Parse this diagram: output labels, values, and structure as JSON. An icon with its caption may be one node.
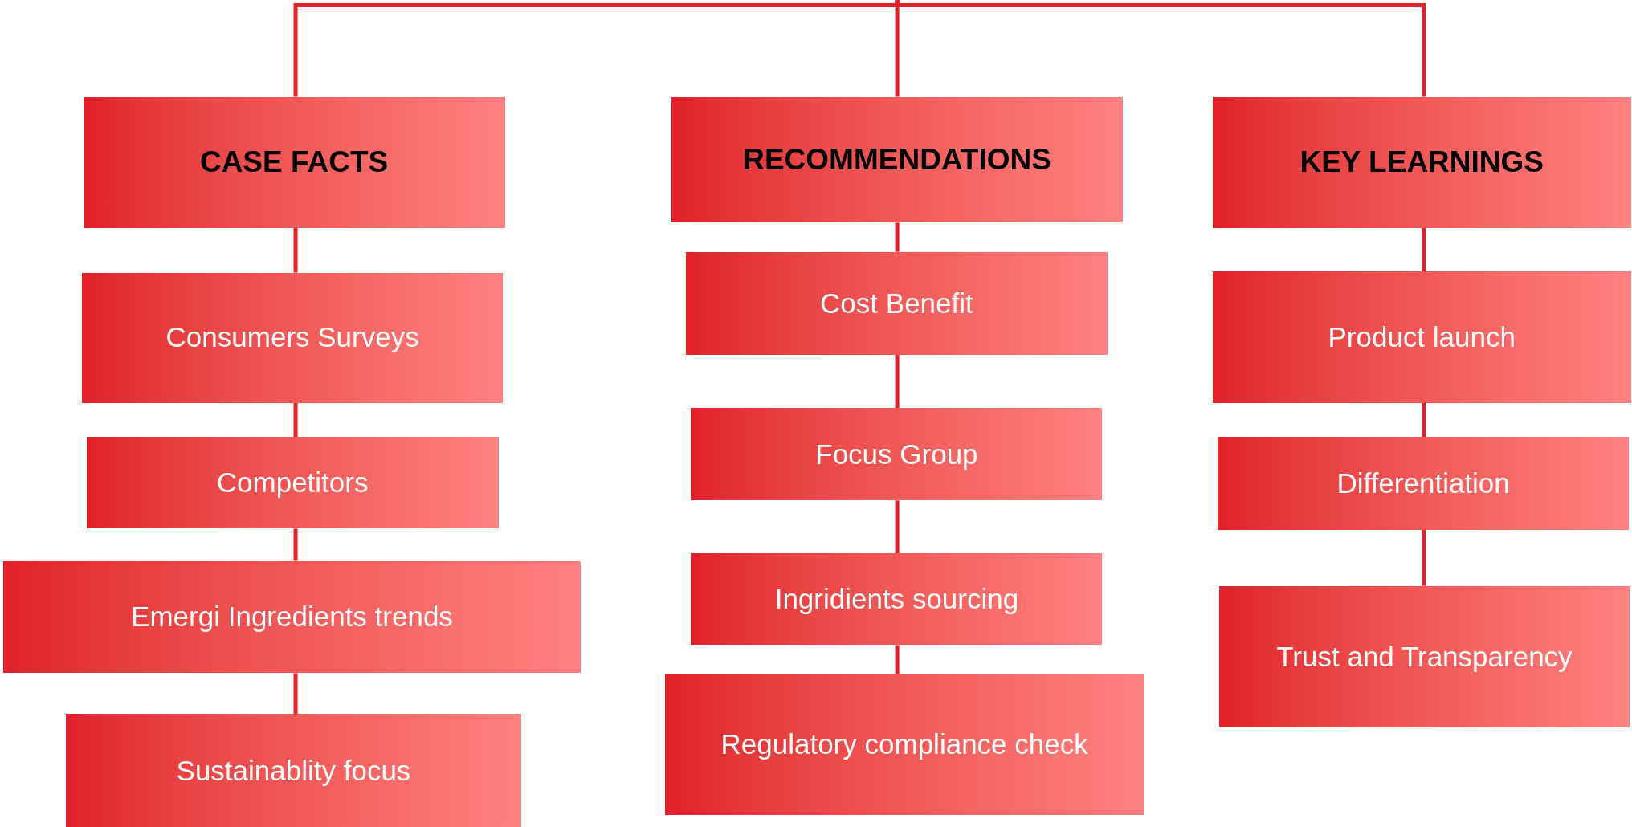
{
  "diagram": {
    "nodes": [
      {
        "text": [
          "CASE FACTS"
        ]
      },
      {
        "text": [
          "Consumers Surveys"
        ]
      },
      {
        "text": [
          "Competitors"
        ]
      },
      {
        "text": [
          "Emergi Ingredients trends"
        ]
      },
      {
        "text": [
          "Sustainablity focus"
        ]
      },
      {
        "text": [
          "RECOMMENDATIONS"
        ]
      },
      {
        "text": [
          "Cost Benefit"
        ]
      },
      {
        "text": [
          "Focus Group"
        ]
      },
      {
        "text": [
          "Ingridients sourcing"
        ]
      },
      {
        "text": [
          "Regulatory compliance check"
        ]
      },
      {
        "text": [
          "KEY LEARNINGS"
        ]
      },
      {
        "text": [
          "Product launch"
        ]
      },
      {
        "text": [
          "Differentiation"
        ]
      },
      {
        "text": [
          "Trust and Transparency"
        ]
      }
    ],
    "edges": [
      {
        "from": null,
        "to": 0,
        "arrow": "none"
      },
      {
        "from": null,
        "to": 5,
        "arrow": "none"
      },
      {
        "from": null,
        "to": 10,
        "arrow": "none"
      },
      {
        "from": 0,
        "to": 1,
        "arrow": "none"
      },
      {
        "from": 1,
        "to": 2,
        "arrow": "none"
      },
      {
        "from": 2,
        "to": 3,
        "arrow": "none"
      },
      {
        "from": 3,
        "to": 4,
        "arrow": "none"
      },
      {
        "from": 5,
        "to": 6,
        "arrow": "none"
      },
      {
        "from": 6,
        "to": 7,
        "arrow": "none"
      },
      {
        "from": 7,
        "to": 8,
        "arrow": "none"
      },
      {
        "from": 8,
        "to": 9,
        "arrow": "none"
      },
      {
        "from": 10,
        "to": 11,
        "arrow": "none"
      },
      {
        "from": 11,
        "to": 12,
        "arrow": "none"
      },
      {
        "from": 12,
        "to": 13,
        "arrow": "none"
      }
    ]
  }
}
